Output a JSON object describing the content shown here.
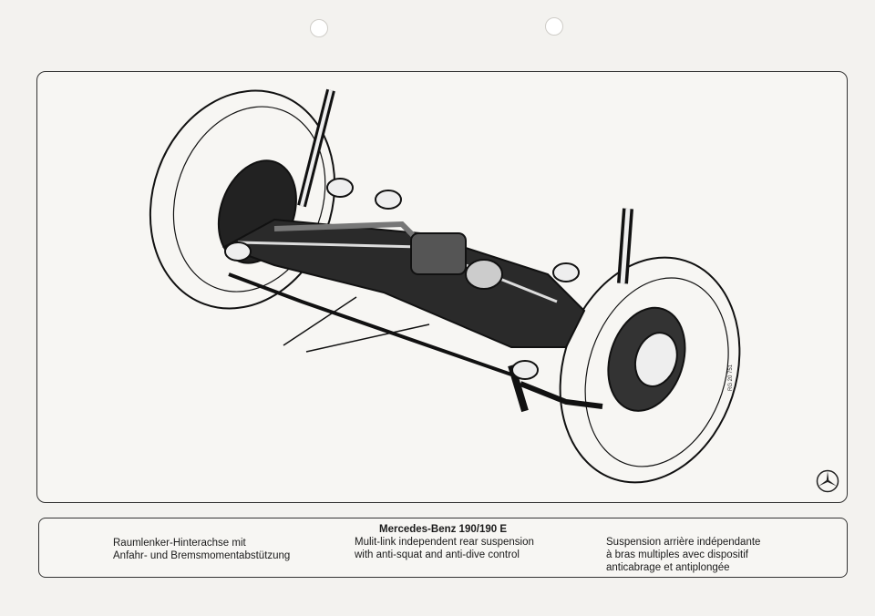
{
  "document": {
    "drawing_ref": "RG 20 751",
    "logo": "mercedes-benz-star",
    "caption": {
      "title": "Mercedes-Benz 190/190 E",
      "german": [
        "Raumlenker-Hinterachse mit",
        "Anfahr- und Bremsmomentabstützung"
      ],
      "english": [
        "Mulit-link independent rear suspension",
        "with anti-squat and anti-dive control"
      ],
      "french": [
        "Suspension arrière indépendante",
        "à bras multiples avec dispositif",
        "anticabrage et antiplongée"
      ]
    }
  }
}
